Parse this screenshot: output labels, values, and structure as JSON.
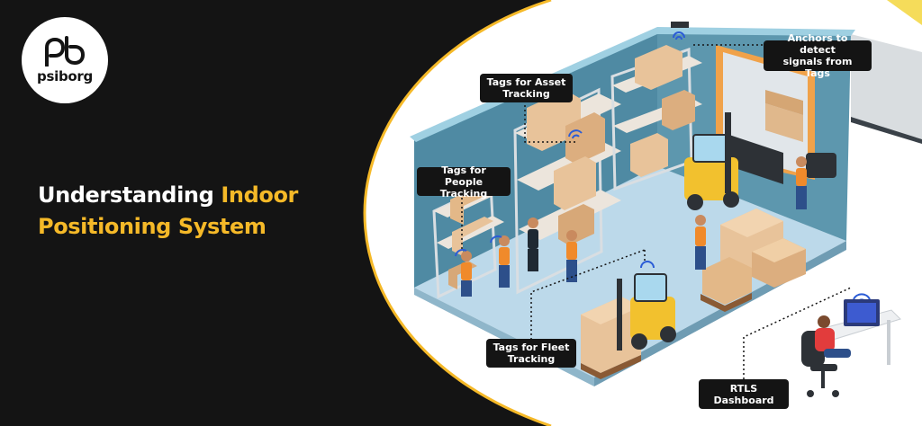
{
  "brand": {
    "name": "psiborg",
    "mark": "pb",
    "icon": "psiborg-logo-icon"
  },
  "headline": {
    "line1_white": "Understanding",
    "line1_accent": "Indoor",
    "line2_accent": "Positioning System"
  },
  "callouts": {
    "anchors": "Anchors to detect\nsignals from Tags",
    "asset": "Tags for Asset\nTracking",
    "people": "Tags for People\nTracking",
    "fleet": "Tags for Fleet\nTracking",
    "rtls": "RTLS\nDashboard"
  },
  "colors": {
    "background": "#141414",
    "accent_yellow": "#f5b928",
    "white": "#ffffff",
    "floor": "#bcd9ea",
    "wall": "#4f8aa3",
    "box": "#e8c39a",
    "forklift": "#f2c12e"
  },
  "icons": [
    "wifi-signal-icon",
    "forklift-icon",
    "worker-icon",
    "monitor-icon",
    "office-chair-icon"
  ]
}
